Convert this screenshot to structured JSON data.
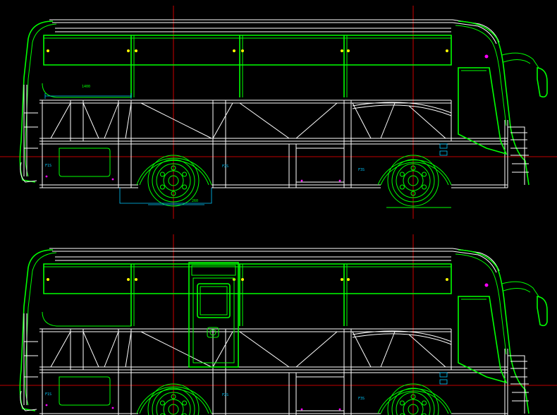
{
  "colors": {
    "background": "#000000",
    "frame": "#ffffff",
    "body_outline": "#00ff00",
    "center_lines": "#ff0000",
    "dimensions": "#00c8ff",
    "markers": "#ffff00"
  },
  "views": [
    {
      "name": "upper-side-view",
      "dimension_labels": [
        "1400",
        "260"
      ],
      "compartment_tags": [
        "F1S",
        "F2S",
        "F3S"
      ]
    },
    {
      "name": "lower-side-view",
      "dimension_labels": [],
      "compartment_tags": [
        "F1S",
        "F2S",
        "F3S"
      ]
    }
  ]
}
